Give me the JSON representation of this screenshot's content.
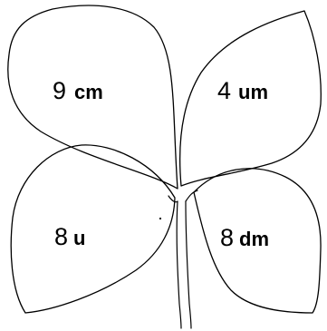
{
  "leaves": [
    {
      "id": "top-left",
      "number": "9",
      "unit": "cm"
    },
    {
      "id": "top-right",
      "number": "4",
      "unit": "um"
    },
    {
      "id": "bottom-left",
      "number": "8",
      "unit": "u"
    },
    {
      "id": "bottom-right",
      "number": "8",
      "unit": "dm"
    }
  ]
}
